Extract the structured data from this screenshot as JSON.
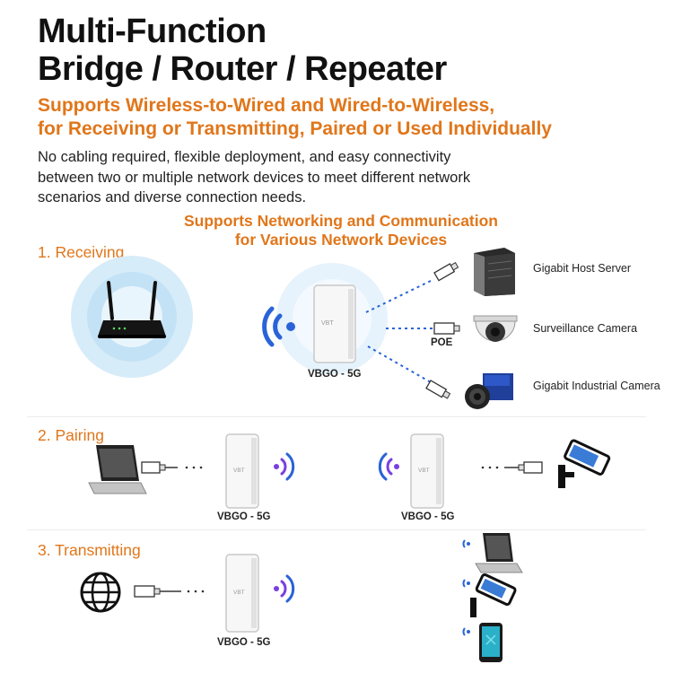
{
  "header": {
    "title_line1": "Multi-Function",
    "title_line2": "Bridge / Router / Repeater",
    "subtitle_line1": "Supports Wireless-to-Wired and Wired-to-Wireless,",
    "subtitle_line2": "for Receiving or Transmitting, Paired or Used Individually",
    "desc_line1": "No cabling required, flexible deployment, and easy connectivity",
    "desc_line2": "between two or multiple network devices to meet different network",
    "desc_line3": "scenarios and diverse connection needs."
  },
  "networking": {
    "heading_line1": "Supports Networking and Communication",
    "heading_line2": "for Various Network Devices"
  },
  "receiving": {
    "label": "1. Receiving",
    "unit_label": "VBGO - 5G",
    "poe_label": "POE",
    "devices": [
      "Gigabit Host Server",
      "Surveillance Camera",
      "Gigabit Industrial Camera"
    ]
  },
  "pairing": {
    "label": "2. Pairing",
    "unit_left_label": "VBGO - 5G",
    "unit_right_label": "VBGO - 5G"
  },
  "transmitting": {
    "label": "3. Transmitting",
    "unit_label": "VBGO - 5G"
  },
  "colors": {
    "accent_orange": "#e0761a",
    "wifi_blue": "#2a63d8",
    "pair_purple": "#7a3fe0"
  }
}
